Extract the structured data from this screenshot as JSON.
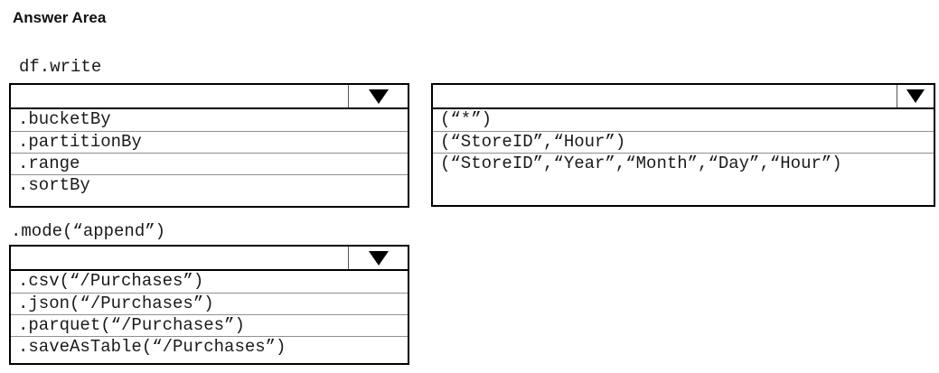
{
  "page_title": "Answer Area",
  "icons": {
    "dropdown_arrow": "▼"
  },
  "colors": {
    "background": "#ffffff",
    "box_border": "#000000",
    "row_separator": "#909090",
    "text": "#1a1a1a"
  },
  "dropdowns": [
    {
      "name": "write-method",
      "code_prefix_label": "df.write",
      "selected_value": "",
      "options": [
        ".bucketBy",
        ".partitionBy",
        ".range",
        ".sortBy"
      ]
    },
    {
      "name": "column-arguments",
      "code_prefix_label": "",
      "selected_value": "",
      "options": [
        "(“*”)",
        "(“StoreID”,“Hour”)",
        "(“StoreID”,“Year”,“Month”,“Day”,“Hour”)"
      ]
    },
    {
      "name": "save-format",
      "code_prefix_label": ".mode(“append”)",
      "selected_value": "",
      "options": [
        ".csv(“/Purchases”)",
        ".json(“/Purchases”)",
        ".parquet(“/Purchases”)",
        ".saveAsTable(“/Purchases”)"
      ]
    }
  ]
}
